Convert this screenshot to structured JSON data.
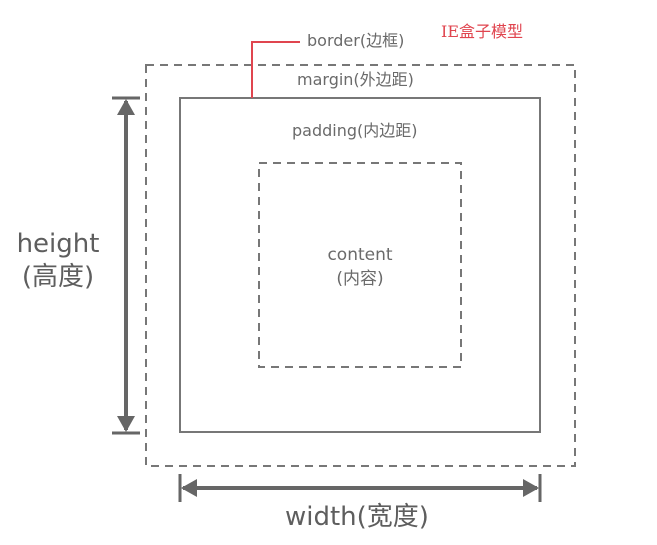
{
  "title": "IE盒子模型",
  "labels": {
    "border": "border(边框)",
    "margin": "margin(外边距)",
    "padding": "padding(内边距)",
    "content_line1": "content",
    "content_line2": "(内容)",
    "height_line1": "height",
    "height_line2": "(高度)",
    "width": "width(宽度)"
  },
  "colors": {
    "title": "#e0454f",
    "border_callout": "#e0454f",
    "lines": "#777777",
    "text": "#6a6a6a"
  }
}
